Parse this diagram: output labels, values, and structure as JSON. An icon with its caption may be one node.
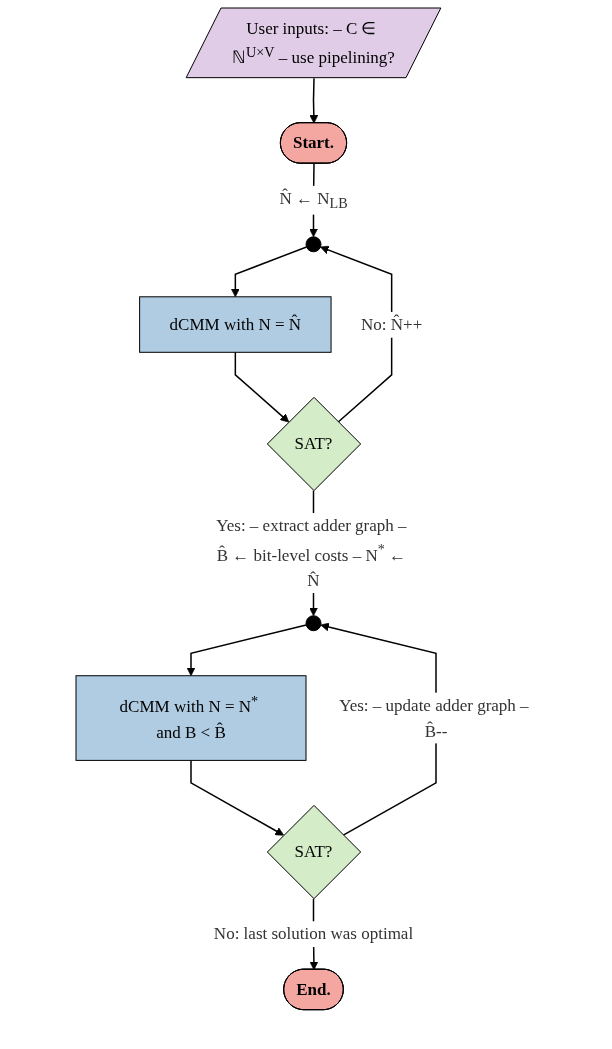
{
  "diagram": {
    "nodes": [
      {
        "text": [
          "User inputs: – C ∈ ℕ$^{U×V}$ – use pipelining?"
        ]
      },
      {
        "text": [
          "Start."
        ]
      },
      {
        "text": [],
        "shape": "circle"
      },
      {
        "text": [
          "dCMM with N = N̂"
        ]
      },
      {
        "text": [
          "SAT?"
        ]
      },
      {
        "text": [],
        "shape": "circle"
      },
      {
        "text": [
          "dCMM with N = N$^{*}$ and B < B̂"
        ]
      },
      {
        "text": [
          "SAT?"
        ]
      },
      {
        "text": [
          "End."
        ]
      }
    ],
    "edges": [
      {
        "from": 0,
        "to": 1,
        "arrow": "to"
      },
      {
        "from": 1,
        "to": 2,
        "arrow": "to",
        "label": "N̂ ← N$_{LB}$"
      },
      {
        "from": 2,
        "to": 3,
        "arrow": "to"
      },
      {
        "from": 3,
        "to": 4,
        "arrow": "to"
      },
      {
        "from": 4,
        "to": 2,
        "arrow": "to",
        "label": "No: N̂++"
      },
      {
        "from": 4,
        "to": 5,
        "arrow": "to",
        "label": "Yes: – extract adder graph – B̂ ← bit-level costs – N$^{*}$ ← N̂"
      },
      {
        "from": 5,
        "to": 6,
        "arrow": "to"
      },
      {
        "from": 6,
        "to": 7,
        "arrow": "to"
      },
      {
        "from": 7,
        "to": 5,
        "arrow": "to",
        "label": "Yes: – update adder graph – B̂--"
      },
      {
        "from": 7,
        "to": 8,
        "arrow": "to",
        "label": "No: last solution was optimal"
      }
    ]
  }
}
